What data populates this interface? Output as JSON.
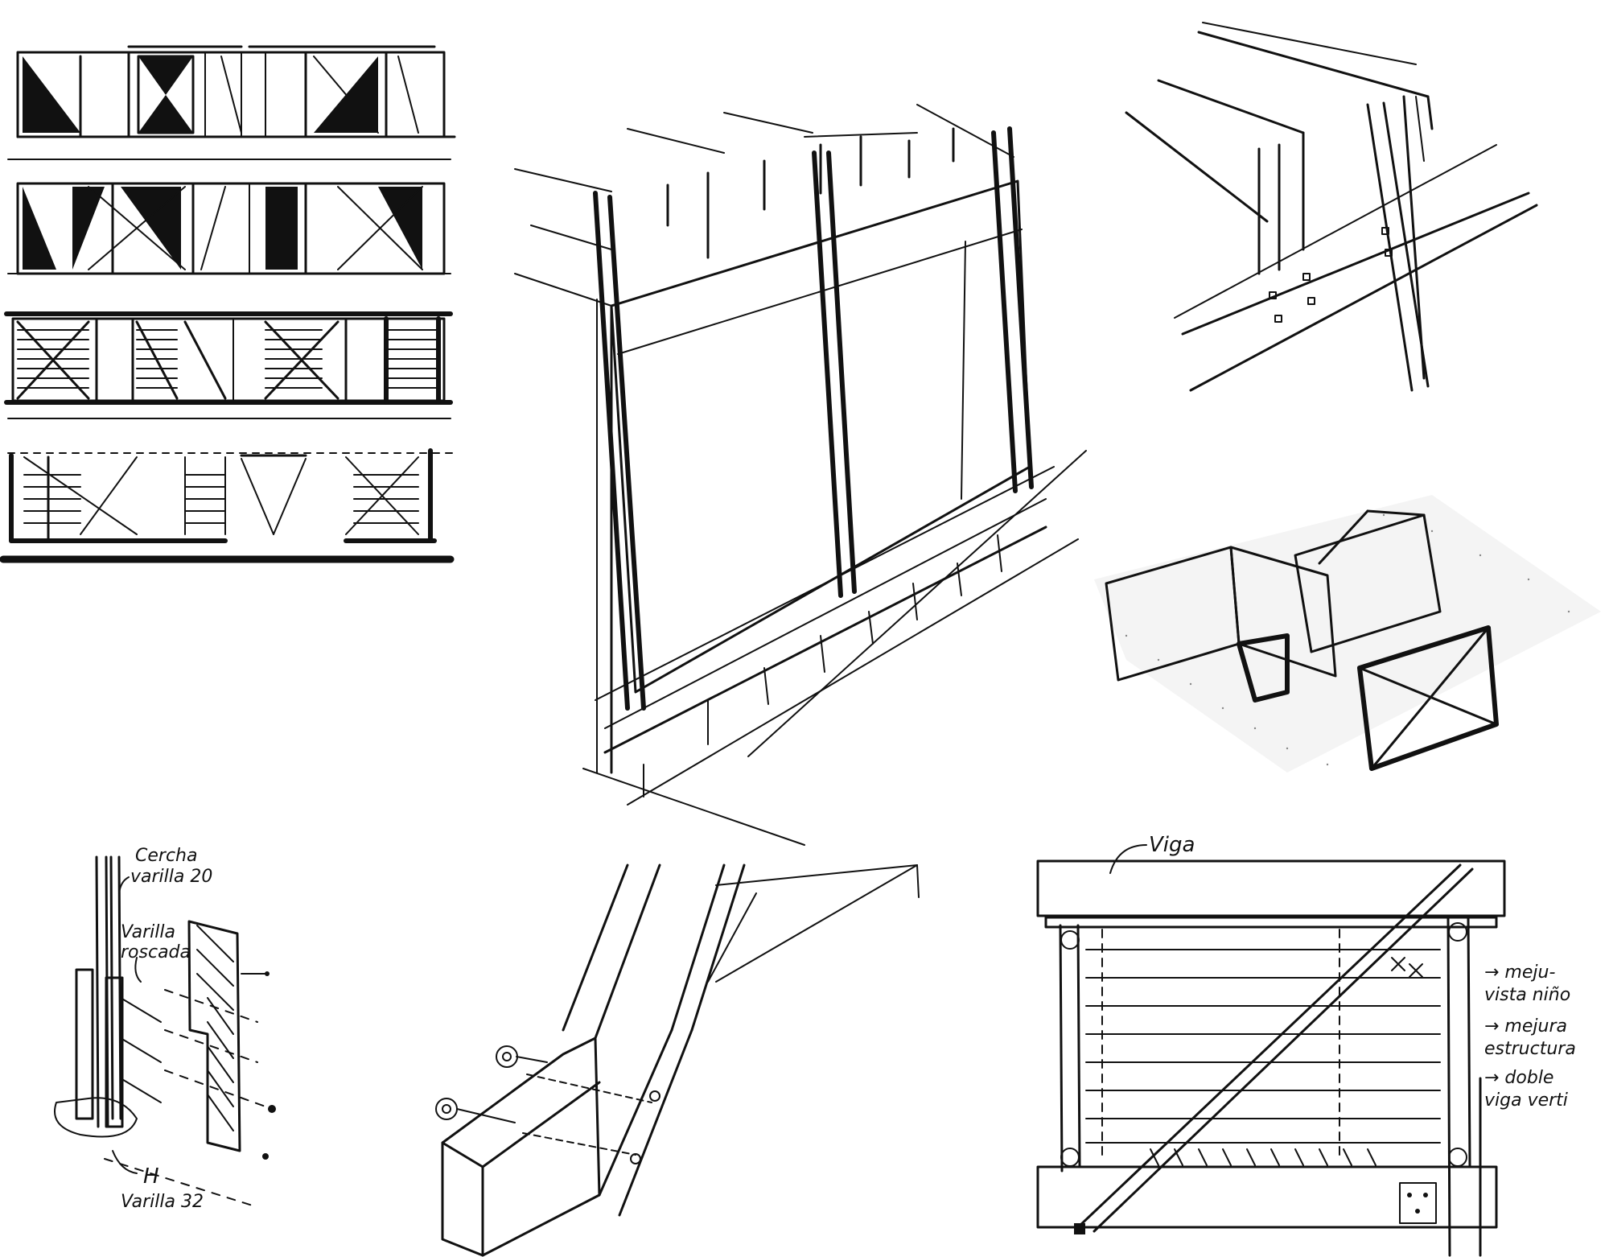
{
  "sheet": {
    "background": "#ffffff",
    "ink": "#111111"
  },
  "annotations": {
    "connection_detail": {
      "cercha": "Cercha",
      "varilla_20": "varilla 20",
      "varilla_roscada_1": "Varilla",
      "varilla_roscada_2": "roscada",
      "h": "H",
      "varilla_32": "Varilla 32"
    },
    "frame_detail": {
      "viga": "Viga",
      "mejora_vista_1": "→ meju-",
      "mejora_vista_2": "vista niño",
      "mejora_estructura_1": "→ mejura",
      "mejora_estructura_2": "estructura",
      "doble_viga_1": "→ doble",
      "doble_viga_2": "viga verti"
    }
  }
}
